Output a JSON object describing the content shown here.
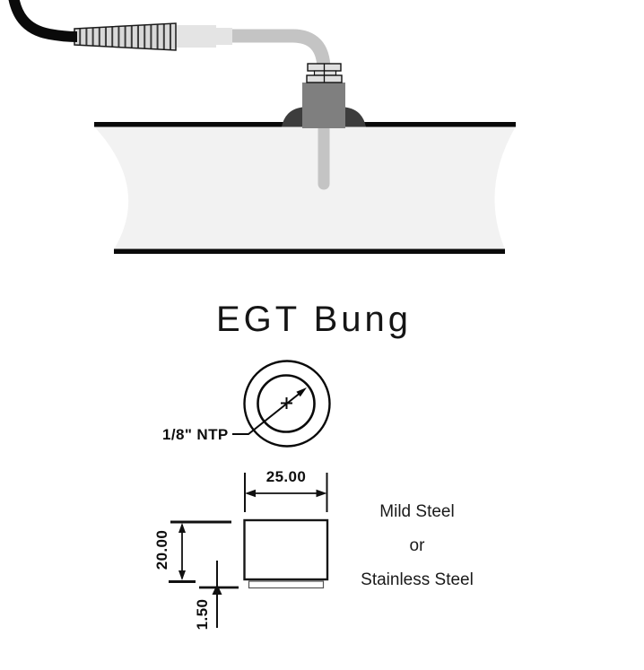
{
  "diagram": {
    "title": "EGT Bung",
    "thread_callout": "1/8\" NTP",
    "dimensions": {
      "width": "25.00",
      "height": "20.00",
      "flange_thickness": "1.50"
    },
    "materials": [
      "Mild Steel",
      "or",
      "Stainless Steel"
    ],
    "colors": {
      "pipe_fill": "#f2f2f2",
      "pipe_wall": "#0a0a0a",
      "bung_body": "#7f7f7f",
      "weld_fillet": "#3d3d3d",
      "probe_tube": "#c4c4c4",
      "connector_body": "#e4e4e4",
      "nut": "#e0e0e0",
      "strain_relief": "#d9d9d9",
      "cable": "#0a0a0a",
      "line": "#0a0a0a"
    }
  }
}
